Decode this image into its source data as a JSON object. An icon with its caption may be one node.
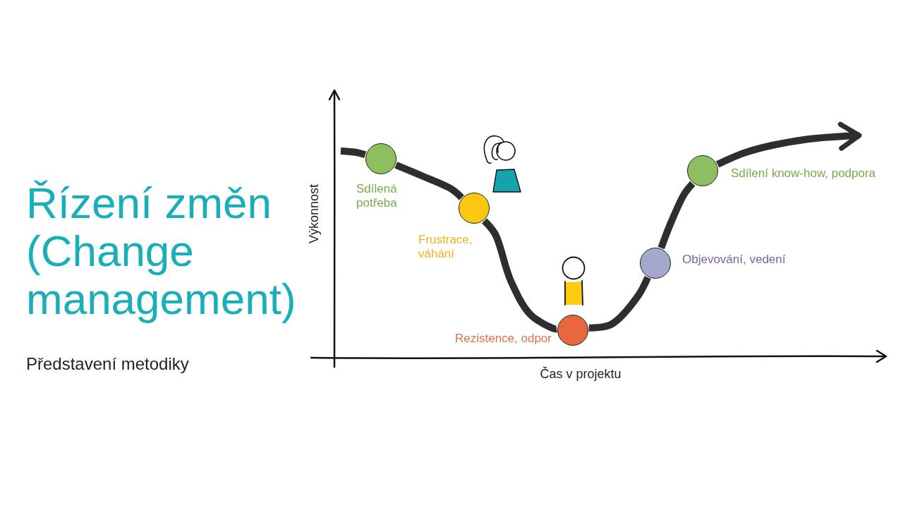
{
  "diagram": {
    "title": "Řízení změn (Change management)",
    "nodes": [
      {
        "text": [],
        "shape": "circle",
        "beside": [
          "Sdílená potřeba"
        ]
      },
      {
        "text": [],
        "shape": "circle",
        "beside": [
          "Frustrace, váhání"
        ]
      },
      {
        "text": [],
        "shape": "circle",
        "beside": [
          "Rezistence, odpor"
        ]
      },
      {
        "text": [],
        "shape": "circle",
        "beside": [
          "Objevování, vedení"
        ]
      },
      {
        "text": [],
        "shape": "circle",
        "beside": [
          "Sdílení know-how, podpora"
        ]
      }
    ],
    "edges": [
      {
        "from": null,
        "to": 0,
        "arrow": "none"
      },
      {
        "from": 0,
        "to": 1,
        "arrow": "none"
      },
      {
        "from": 1,
        "to": 2,
        "arrow": "none"
      },
      {
        "from": 2,
        "to": 3,
        "arrow": "none"
      },
      {
        "from": 3,
        "to": 4,
        "arrow": "none"
      },
      {
        "from": 4,
        "to": null,
        "arrow": "to"
      }
    ],
    "labels": [
      "Představení metodiky",
      "Výkonnost",
      "Čas v projektu"
    ]
  }
}
